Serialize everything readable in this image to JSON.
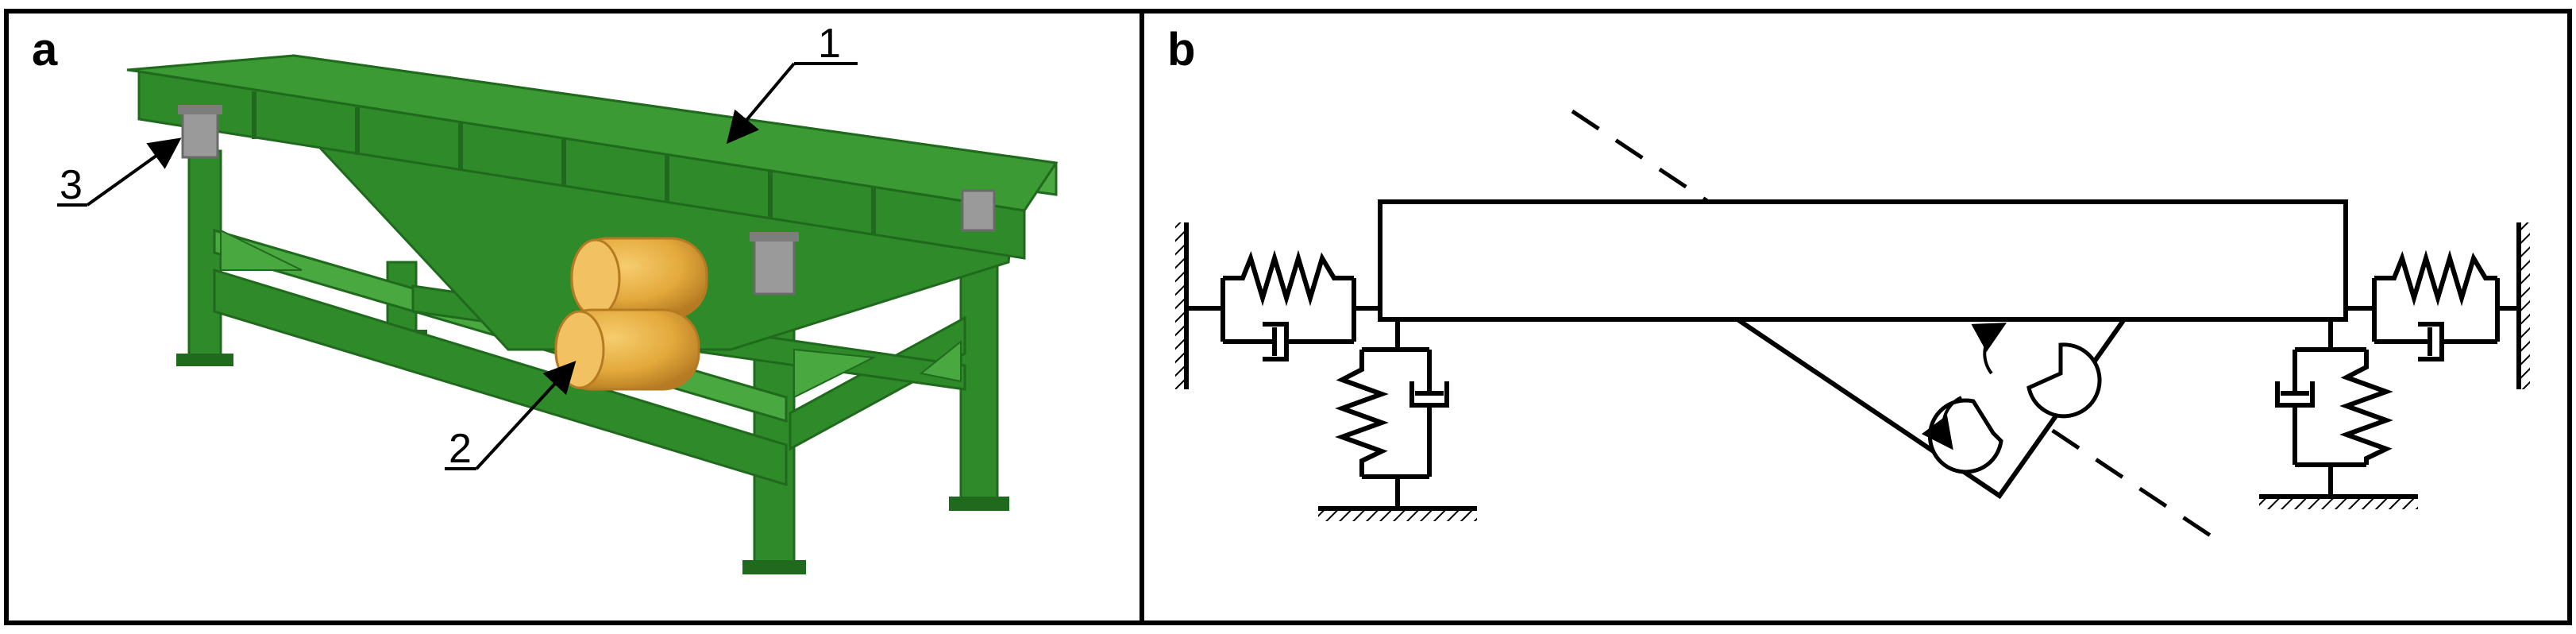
{
  "panel_a": {
    "letter": "a",
    "callouts": [
      "1",
      "2",
      "3"
    ]
  },
  "panel_b": {
    "letter": "b"
  },
  "colors": {
    "frame_green": "#2f8a2a",
    "frame_green_dark": "#1f6a1c",
    "frame_green_light": "#49a840",
    "motor_orange": "#e3a93c",
    "motor_orange_dark": "#b57a22",
    "mount_grey": "#9a9a9a",
    "line": "#000000"
  }
}
